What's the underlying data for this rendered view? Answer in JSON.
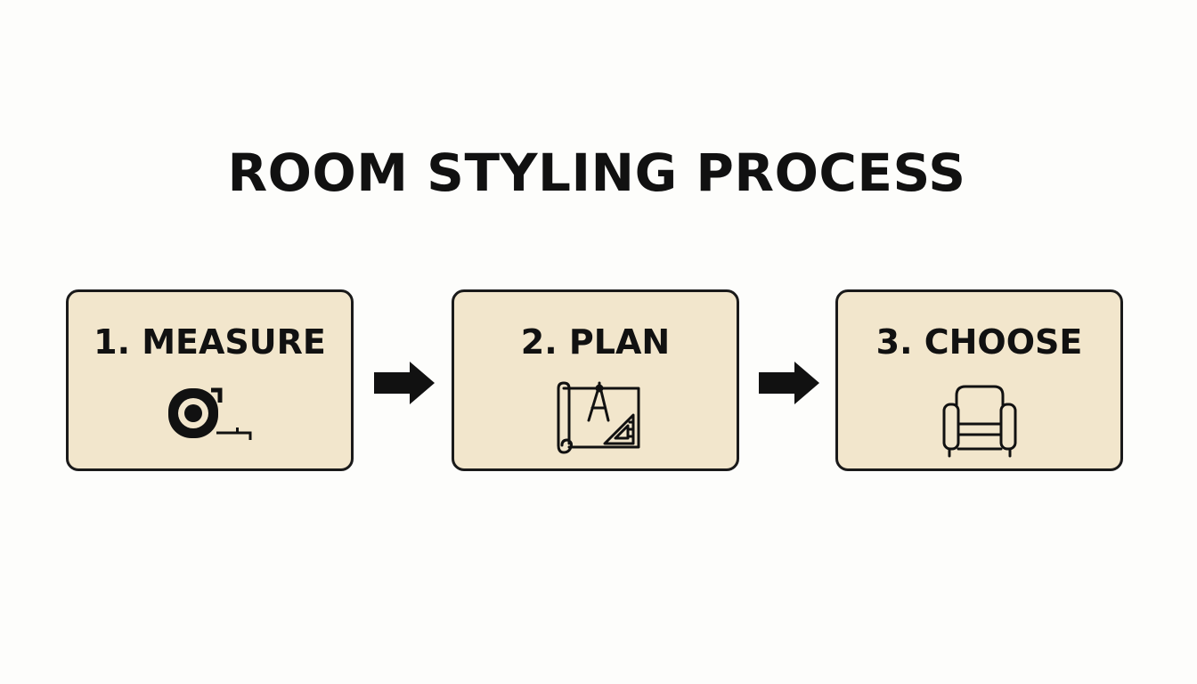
{
  "title": "ROOM STYLING PROCESS",
  "steps": [
    {
      "label": "1. MEASURE",
      "icon": "tape-measure-icon"
    },
    {
      "label": "2. PLAN",
      "icon": "blueprint-compass-icon"
    },
    {
      "label": "3. CHOOSE",
      "icon": "armchair-icon"
    }
  ],
  "colors": {
    "box_fill": "#f2e6cc",
    "outline": "#1a1a1a",
    "text": "#111111",
    "background": "#fdfdfb"
  }
}
